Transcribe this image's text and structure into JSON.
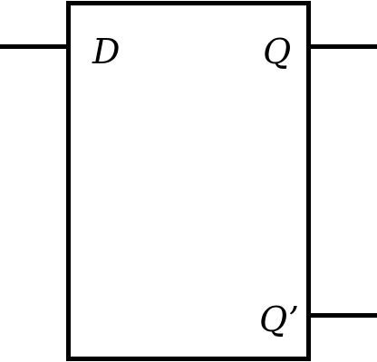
{
  "diagram": {
    "component": "d-flip-flop",
    "colors": {
      "stroke": "#000000",
      "background": "#ffffff"
    },
    "labels": {
      "d": "D",
      "q": "Q",
      "q_not": "Q’"
    }
  }
}
